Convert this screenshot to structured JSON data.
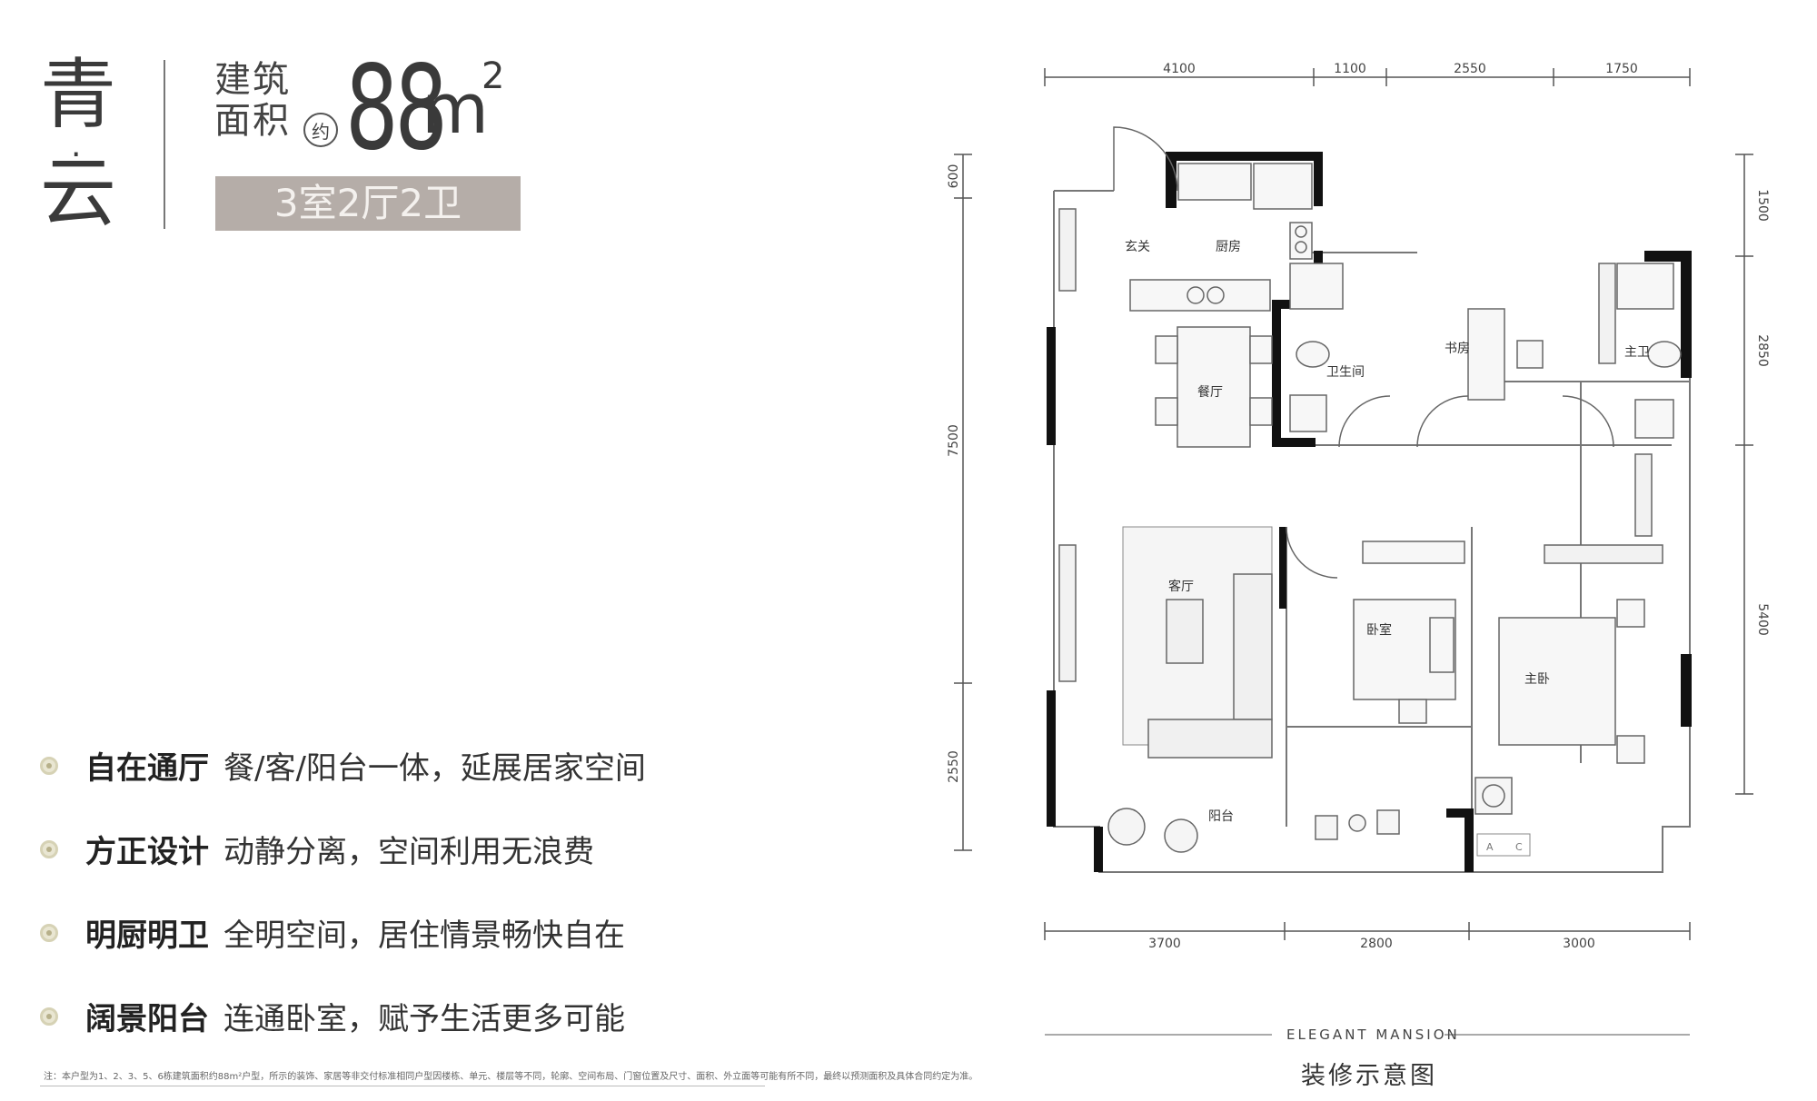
{
  "title": {
    "char1": "青",
    "dot": "·",
    "char2": "云"
  },
  "area": {
    "label_line1": "建筑",
    "label_line2": "面积",
    "approx": "约",
    "value": "88",
    "unit": "m",
    "sup": "2"
  },
  "layout_type": "3室2厅2卫",
  "features": [
    {
      "name": "自在通厅",
      "desc": "餐/客/阳台一体，延展居家空间"
    },
    {
      "name": "方正设计",
      "desc": "动静分离，空间利用无浪费"
    },
    {
      "name": "明厨明卫",
      "desc": "全明空间，居住情景畅快自在"
    },
    {
      "name": "阔景阳台",
      "desc": "连通卧室，赋予生活更多可能"
    }
  ],
  "note": "注：本户型为1、2、3、5、6栋建筑面积约88m²户型，所示的装饰、家居等非交付标准相同户型因楼栋、单元、楼层等不同，轮廓、空间布局、门窗位置及尺寸、面积、外立面等可能有所不同，最终以预测面积及具体合同约定为准。",
  "dimensions": {
    "top": [
      "4100",
      "1100",
      "2550",
      "1750"
    ],
    "bottom": [
      "3700",
      "2800",
      "3000"
    ],
    "left": [
      "600",
      "7500",
      "2550"
    ],
    "right": [
      "1500",
      "2850",
      "5400"
    ]
  },
  "rooms": {
    "entrance": "玄关",
    "kitchen": "厨房",
    "dining": "餐厅",
    "bathroom": "卫生间",
    "study": "书房",
    "master_bath": "主卫",
    "living": "客厅",
    "bedroom": "卧室",
    "master_bedroom": "主卧",
    "balcony": "阳台",
    "ac": "A",
    "ac2": "C"
  },
  "brand": "ELEGANT MANSION",
  "caption": "装修示意图",
  "colors": {
    "wall": "#111111",
    "badge": "#b5ada8",
    "bullet": "#d6d2b5"
  }
}
